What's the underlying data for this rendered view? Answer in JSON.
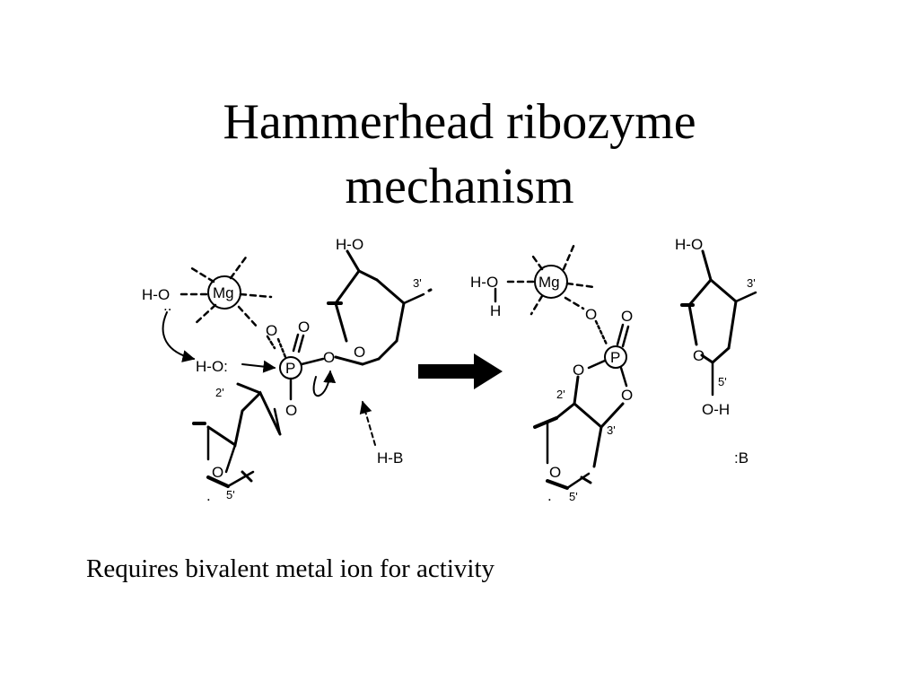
{
  "slide": {
    "title_line1": "Hammerhead ribozyme",
    "title_line2": "mechanism",
    "caption": "Requires bivalent metal ion for activity"
  },
  "diagram": {
    "left": {
      "water": "H-O",
      "water_lone": "..",
      "mg": "Mg",
      "hydroxyl": "H-O:",
      "phosphorus": "P",
      "o_top": "O",
      "o_leaving": "O",
      "o_bottom": "O",
      "ring_o_lower": "O",
      "ring_o_upper": "O",
      "top_ho": "H-O",
      "pos_2": "2'",
      "pos_3": "3'",
      "pos_5": "5'",
      "base": "H-B"
    },
    "right": {
      "water_ho": "H-O",
      "water_h": "H",
      "mg": "Mg",
      "phosphorus": "P",
      "o_mg": "O",
      "o_top": "O",
      "o_2": "O",
      "o_3": "O",
      "ring_o_lower": "O",
      "pos_2": "2'",
      "pos_3_lower": "3'",
      "pos_5_lower": "5'",
      "top_ho": "H-O",
      "pos_3_upper": "3'",
      "ring_o_upper": "O",
      "pos_5_upper": "5'",
      "oh": "O-H",
      "base": ":B"
    }
  }
}
